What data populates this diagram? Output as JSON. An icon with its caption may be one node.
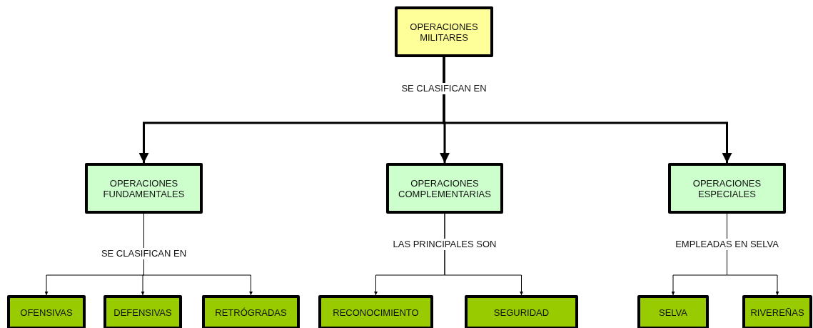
{
  "diagram": {
    "nodes": [
      {
        "text": [
          "OPERACIONES MILITARES"
        ]
      },
      {
        "text": [
          "OPERACIONES FUNDAMENTALES"
        ]
      },
      {
        "text": [
          "OPERACIONES COMPLEMENTARIAS"
        ]
      },
      {
        "text": [
          "OPERACIONES ESPECIALES"
        ]
      },
      {
        "text": [
          "OFENSIVAS"
        ]
      },
      {
        "text": [
          "DEFENSIVAS"
        ]
      },
      {
        "text": [
          "RETRÓGRADAS"
        ]
      },
      {
        "text": [
          "RECONOCIMIENTO"
        ]
      },
      {
        "text": [
          "SEGURIDAD"
        ]
      },
      {
        "text": [
          "SELVA"
        ]
      },
      {
        "text": [
          "RIVEREÑAS"
        ]
      }
    ],
    "edges": [
      {
        "from": 0,
        "to": 1,
        "arrow": "to",
        "style": "thick"
      },
      {
        "from": 0,
        "to": 2,
        "arrow": "to",
        "style": "thick",
        "label": "SE CLASIFICAN EN"
      },
      {
        "from": 0,
        "to": 3,
        "arrow": "to",
        "style": "thick"
      },
      {
        "from": 1,
        "to": 4,
        "arrow": "to"
      },
      {
        "from": 1,
        "to": 5,
        "arrow": "to",
        "label": "SE CLASIFICAN EN"
      },
      {
        "from": 1,
        "to": 6,
        "arrow": "to"
      },
      {
        "from": 2,
        "to": 7,
        "arrow": "to",
        "label": "LAS PRINCIPALES SON"
      },
      {
        "from": 2,
        "to": 8,
        "arrow": "to"
      },
      {
        "from": 3,
        "to": 9,
        "arrow": "to",
        "label": "EMPLEADAS EN SELVA"
      },
      {
        "from": 3,
        "to": 10,
        "arrow": "to"
      }
    ]
  }
}
